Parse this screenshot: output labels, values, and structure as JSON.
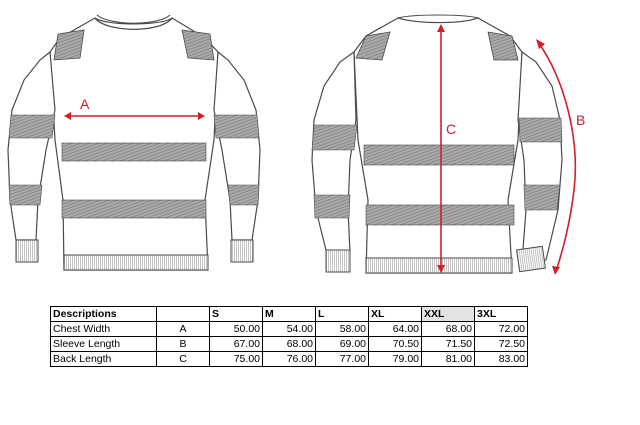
{
  "measure_labels": {
    "a": "A",
    "b": "B",
    "c": "C"
  },
  "colors": {
    "measure": "#d0202a",
    "stripe": "#8c8c8c",
    "outline": "#4a4a4a",
    "highlight": "#e4e4e4"
  },
  "table": {
    "header_descriptions": "Descriptions",
    "sizes": [
      "S",
      "M",
      "L",
      "XL",
      "XXL",
      "3XL"
    ],
    "rows": [
      {
        "name": "Chest Width",
        "code": "A",
        "values": [
          "50.00",
          "54.00",
          "58.00",
          "64.00",
          "68.00",
          "72.00"
        ]
      },
      {
        "name": "Sleeve Length",
        "code": "B",
        "values": [
          "67.00",
          "68.00",
          "69.00",
          "70.50",
          "71.50",
          "72.50"
        ]
      },
      {
        "name": "Back Length",
        "code": "C",
        "values": [
          "75.00",
          "76.00",
          "77.00",
          "79.00",
          "81.00",
          "83.00"
        ]
      }
    ]
  }
}
